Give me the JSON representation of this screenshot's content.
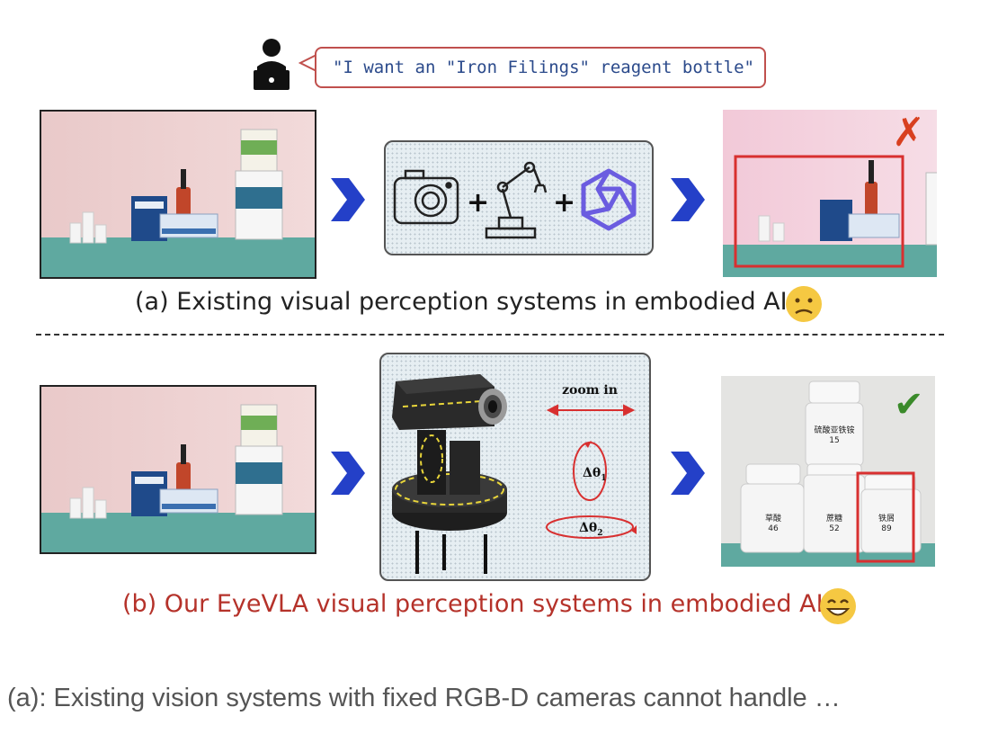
{
  "speech": {
    "quote": "\"I want an \"Iron Filings\" reagent bottle\""
  },
  "section_a": {
    "caption": "(a) Existing visual perception systems in embodied AI.",
    "result_mark": "✗"
  },
  "section_b": {
    "caption": "(b) Our EyeVLA visual perception systems in embodied AI.",
    "zoom_label": "zoom in",
    "rot1_label": "Δθ",
    "rot1_sub": "1",
    "rot2_label": "Δθ",
    "rot2_sub": "2",
    "result_mark": "✔",
    "bottles": [
      {
        "label": "草酸",
        "num": "46"
      },
      {
        "label": "蔗糖",
        "num": "52"
      },
      {
        "label": "铁屑",
        "num": "89"
      },
      {
        "label": "硫酸亚铁铵",
        "num": "15"
      }
    ]
  },
  "footer": {
    "text": "(a): Existing vision systems with fixed RGB-D cameras cannot handle …"
  },
  "colors": {
    "accent_red": "#c0392b",
    "chevron_blue": "#2440c8",
    "check_green": "#3a8a2a",
    "caption_a": "#222222",
    "caption_b": "#b5322a"
  }
}
